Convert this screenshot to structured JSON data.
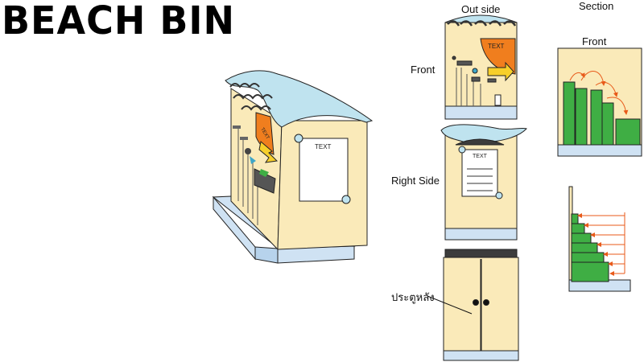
{
  "title": "BEACH BIN",
  "labels": {
    "outside": "Out side",
    "section": "Section",
    "front": "Front",
    "front_section": "Front",
    "right_side": "Right Side",
    "back_door": "ประตูหลัง"
  },
  "sign_text": {
    "iso_sign": "TEXT",
    "iso_panel": "TEXT",
    "front_sign": "TEXT",
    "side_panel": "TEXT"
  },
  "colors": {
    "body": "#faeab9",
    "base": "#cfe2f3",
    "roof": "#bfe3ef",
    "roof_dark": "#3c3c3c",
    "sign_orange": "#f07e1e",
    "arrow_yellow": "#f7cf2a",
    "step_green": "#3fae44",
    "arrow_red": "#e85a1a",
    "outline": "#222222"
  }
}
